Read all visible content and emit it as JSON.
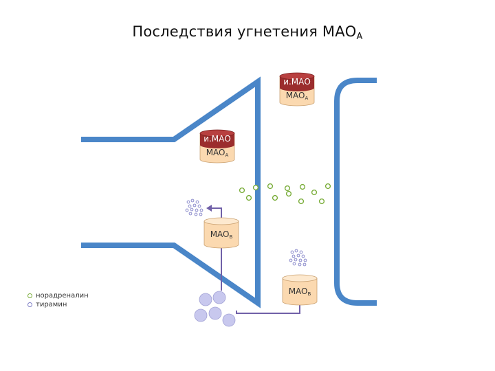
{
  "title": {
    "text": "Последствия угнетения МАО",
    "subscript": "A"
  },
  "cylinders": {
    "imao_top": {
      "inhibitor_label": "и.МАО",
      "enzyme_label": "MAO",
      "enzyme_sub": "A"
    },
    "imao_mid": {
      "inhibitor_label": "и.МАО",
      "enzyme_label": "MAO",
      "enzyme_sub": "A"
    },
    "maob_presynaptic": {
      "enzyme_label": "MAO",
      "enzyme_sub": "B"
    },
    "maob_postsynaptic": {
      "enzyme_label": "MAO",
      "enzyme_sub": "B"
    }
  },
  "legend": [
    {
      "label": "норадреналин",
      "color": "#7aad3a"
    },
    {
      "label": "тирамин",
      "color": "#7b7bc4"
    }
  ],
  "colors": {
    "membrane": "#4a86c8",
    "noradrenaline": "#7aad3a",
    "tyramine": "#7b7bc4",
    "cylinder_fill": "#fbd9b0",
    "cylinder_top": "#fde9cf",
    "inhibitor_band": "#9b2d2d",
    "arrow": "#7060a8"
  }
}
